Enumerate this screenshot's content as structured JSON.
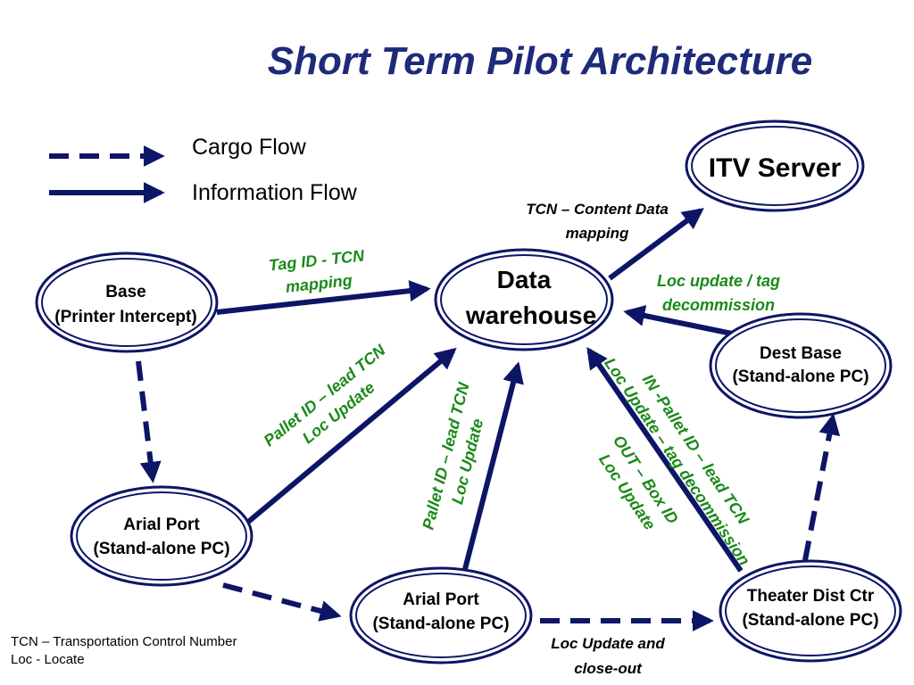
{
  "title": "Short Term Pilot Architecture",
  "colors": {
    "title": "#1f2a7a",
    "arrow": "#0d1566",
    "flow_label_green": "#1a8a1a",
    "flow_label_dark": "#000000",
    "node_border": "#0d1566"
  },
  "legend": {
    "cargo_flow": "Cargo Flow",
    "information_flow": "Information Flow"
  },
  "nodes": {
    "itv_server": {
      "line1": "ITV Server"
    },
    "data_warehouse": {
      "line1": "Data",
      "line2": "warehouse"
    },
    "base": {
      "line1": "Base",
      "line2": "(Printer Intercept)"
    },
    "dest_base": {
      "line1": "Dest Base",
      "line2": "(Stand-alone PC)"
    },
    "arial_port_left": {
      "line1": "Arial Port",
      "line2": "(Stand-alone PC)"
    },
    "arial_port_center": {
      "line1": "Arial Port",
      "line2": "(Stand-alone PC)"
    },
    "theater_dist_ctr": {
      "line1": "Theater Dist Ctr",
      "line2": "(Stand-alone PC)"
    }
  },
  "flow_labels": {
    "tcn_content": {
      "line1": "TCN – Content Data",
      "line2": "mapping"
    },
    "tag_id_tcn": {
      "line1": "Tag ID - TCN",
      "line2": "mapping"
    },
    "loc_update_tag": {
      "line1": "Loc update / tag",
      "line2": "decommission"
    },
    "pallet_left": {
      "line1": "Pallet ID – lead TCN",
      "line2": "Loc Update"
    },
    "pallet_center": {
      "line1": "Pallet ID – lead TCN",
      "line2": "Loc Update"
    },
    "out_box": {
      "line1": "OUT – Box ID",
      "line2": "Loc Update"
    },
    "in_pallet": {
      "line1": "IN -Pallet ID – lead TCN",
      "line2": "Loc Update – tag decommission"
    },
    "loc_update_closeout": {
      "line1": "Loc Update and",
      "line2": "close-out"
    }
  },
  "footnotes": {
    "line1": "TCN – Transportation Control Number",
    "line2": "Loc - Locate"
  }
}
